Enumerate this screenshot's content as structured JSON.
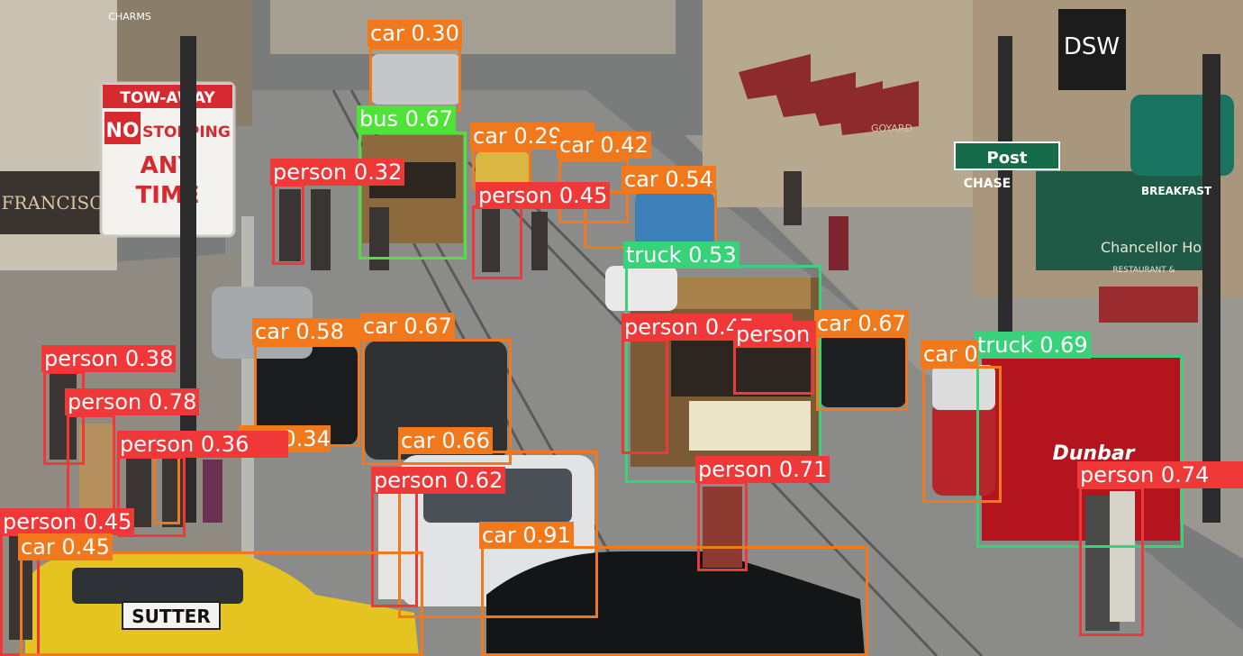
{
  "colors": {
    "person": "#f03838",
    "car": "#f2781c",
    "bus": "#4ee336",
    "truck": "#38d27a"
  },
  "signs": {
    "tow_away_top": "TOW-AWAY",
    "no": "NO",
    "stopping": "STOPPING",
    "any": "ANY",
    "time": "TIME",
    "post": "Post",
    "chase": "CHASE",
    "charms": "CHARMS",
    "francisco": "FRANCISC",
    "dsw": "DSW",
    "goyard": "GOYARD",
    "chancellor": "Chancellor Ho",
    "breakfast": "BREAKFAST",
    "dunbar": "Dunbar",
    "sutter": "SUTTER",
    "restaurant": "RESTAURANT &"
  },
  "detections": [
    {
      "label": "car 0.30",
      "cls": "car"
    },
    {
      "label": "bus 0.67",
      "cls": "bus"
    },
    {
      "label": "car 0.29",
      "cls": "car"
    },
    {
      "label": "car 0.42",
      "cls": "car"
    },
    {
      "label": "person 0.32",
      "cls": "person"
    },
    {
      "label": "car 0.54",
      "cls": "car"
    },
    {
      "label": "person 0.45",
      "cls": "person"
    },
    {
      "label": "truck 0.53",
      "cls": "truck"
    },
    {
      "label": "person 0.47",
      "cls": "person"
    },
    {
      "label": "car 0.67",
      "cls": "car"
    },
    {
      "label": "person",
      "cls": "person"
    },
    {
      "label": "car 0.58",
      "cls": "car"
    },
    {
      "label": "car 0.67",
      "cls": "car"
    },
    {
      "label": "truck 0.69",
      "cls": "truck"
    },
    {
      "label": "car 0.54",
      "cls": "car"
    },
    {
      "label": "person 0.38",
      "cls": "person"
    },
    {
      "label": "person 0.78",
      "cls": "person"
    },
    {
      "label": "person 0.36",
      "cls": "person"
    },
    {
      "label": "car 0.34",
      "cls": "car"
    },
    {
      "label": "car 0.66",
      "cls": "car"
    },
    {
      "label": "person 0.62",
      "cls": "person"
    },
    {
      "label": "person 0.71",
      "cls": "person"
    },
    {
      "label": "person 0.74",
      "cls": "person"
    },
    {
      "label": "person 0.45",
      "cls": "person"
    },
    {
      "label": "car 0.45",
      "cls": "car"
    },
    {
      "label": "car 0.91",
      "cls": "car"
    }
  ]
}
